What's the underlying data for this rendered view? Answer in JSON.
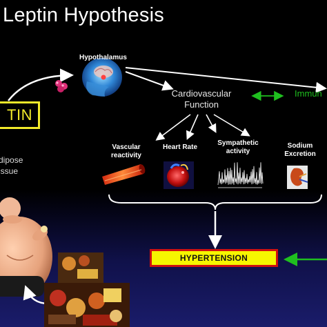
{
  "title": "Leptin Hypothesis",
  "hypothalamus": {
    "label": "Hypothalamus"
  },
  "cardiovascular_function": {
    "line1": "Cardiovascular",
    "line2": "Function"
  },
  "immune": {
    "label": "Immun"
  },
  "leptin": {
    "label": "TIN"
  },
  "adipose_tissue": {
    "line1": "dipose",
    "line2": "issue"
  },
  "effects": [
    {
      "line1": "Vascular",
      "line2": "reactivity",
      "icon": "blood-vessel-icon"
    },
    {
      "line1": "Heart Rate",
      "line2": "",
      "icon": "heart-icon"
    },
    {
      "line1": "Sympathetic",
      "line2": "activity",
      "icon": "nerve-recording-icon"
    },
    {
      "line1": "Sodium",
      "line2": "Excretion",
      "icon": "kidney-icon"
    }
  ],
  "outcome": {
    "label": "HYPERTENSION"
  },
  "colors": {
    "background": "#000000",
    "leptin_box": "#f2ea2a",
    "immune_text": "#1fbf1f",
    "hypertension_fill": "#f6f600",
    "hypertension_border": "#d01010",
    "arrow": "#ffffff"
  }
}
